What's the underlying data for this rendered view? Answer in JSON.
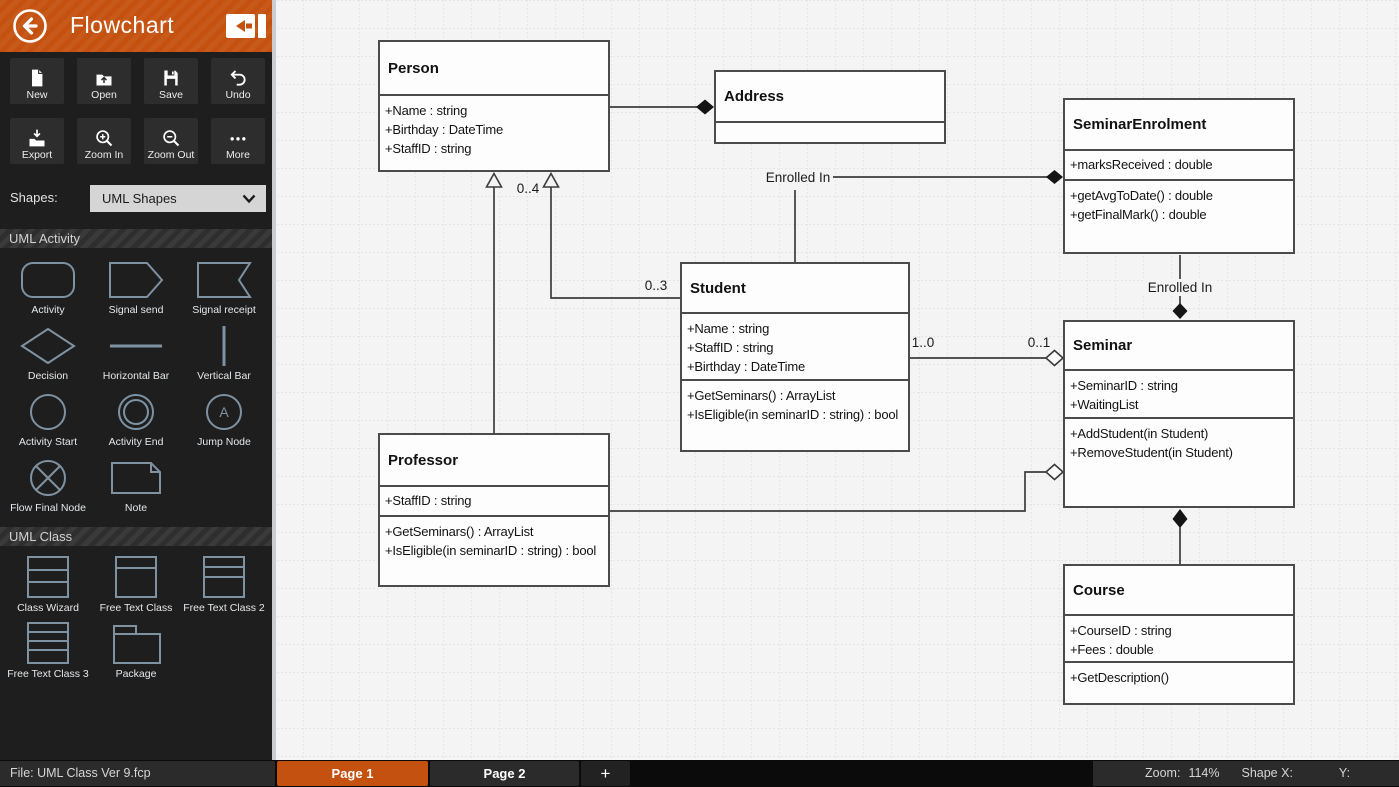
{
  "header": {
    "title": "Flowchart"
  },
  "toolbar": {
    "buttons": [
      {
        "label": "New"
      },
      {
        "label": "Open"
      },
      {
        "label": "Save"
      },
      {
        "label": "Undo"
      },
      {
        "label": "Export"
      },
      {
        "label": "Zoom In"
      },
      {
        "label": "Zoom Out"
      },
      {
        "label": "More"
      }
    ]
  },
  "shapes_picker": {
    "label": "Shapes:",
    "selected": "UML Shapes"
  },
  "palette": {
    "jump_glyph": "A",
    "sections": [
      {
        "title": "UML Activity",
        "items": [
          "Activity",
          "Signal send",
          "Signal receipt",
          "Decision",
          "Horizontal Bar",
          "Vertical Bar",
          "Activity Start",
          "Activity End",
          "Jump Node",
          "Flow Final Node",
          "Note"
        ]
      },
      {
        "title": "UML Class",
        "items": [
          "Class Wizard",
          "Free Text Class",
          "Free Text Class 2",
          "Free Text Class 3",
          "Package"
        ]
      }
    ]
  },
  "diagram": {
    "classes": [
      {
        "name": "Person",
        "attributes": [
          "+Name : string",
          "+Birthday : DateTime",
          "+StaffID : string"
        ],
        "methods": []
      },
      {
        "name": "Address",
        "attributes": [],
        "methods": []
      },
      {
        "name": "SeminarEnrolment",
        "attributes": [
          "+marksReceived : double"
        ],
        "methods": [
          "+getAvgToDate() : double",
          "+getFinalMark() : double"
        ]
      },
      {
        "name": "Student",
        "attributes": [
          "+Name : string",
          "+StaffID : string",
          "+Birthday : DateTime"
        ],
        "methods": [
          "+GetSeminars() : ArrayList",
          "+IsEligible(in seminarID : string) : bool"
        ]
      },
      {
        "name": "Seminar",
        "attributes": [
          "+SeminarID : string",
          "+WaitingList"
        ],
        "methods": [
          "+AddStudent(in Student)",
          "+RemoveStudent(in Student)"
        ]
      },
      {
        "name": "Professor",
        "attributes": [
          "+StaffID : string"
        ],
        "methods": [
          "+GetSeminars() : ArrayList",
          "+IsEligible(in seminarID : string) : bool"
        ]
      },
      {
        "name": "Course",
        "attributes": [
          "+CourseID : string",
          "+Fees : double"
        ],
        "methods": [
          "+GetDescription()"
        ]
      }
    ],
    "connector_labels": {
      "enrolled_in_top": "Enrolled In",
      "enrolled_in_right": "Enrolled In",
      "mult_0_4": "0..4",
      "mult_0_3": "0..3",
      "mult_1_0": "1..0",
      "mult_0_1": "0..1"
    }
  },
  "statusbar": {
    "file": "File:  UML Class Ver 9.fcp",
    "tabs": [
      {
        "label": "Page 1"
      },
      {
        "label": "Page 2"
      }
    ],
    "add_tab": "+",
    "zoom_label": "Zoom:",
    "zoom_value": "114%",
    "shape_x_label": "Shape X:",
    "shape_y_label": "Y:"
  },
  "colors": {
    "accent": "#c4510f",
    "sidebar_bg": "#1e1e1e",
    "canvas_bg": "#f4f4f4",
    "box_border": "#4b4b4b",
    "palette_stroke": "#7f92a2"
  }
}
